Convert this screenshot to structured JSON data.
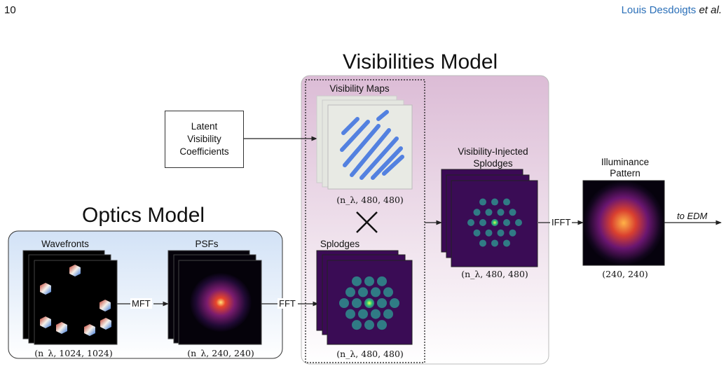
{
  "header": {
    "page_number": "10",
    "authors": "Louis Desdoigts",
    "etal": "et al."
  },
  "visibilities_model": {
    "title": "Visibilities Model"
  },
  "optics_model": {
    "title": "Optics Model"
  },
  "latent": {
    "line1": "Latent",
    "line2": "Visibility",
    "line3": "Coefficients"
  },
  "visibility_maps": {
    "label": "Visibility Maps",
    "shape": "(n_λ, 480, 480)"
  },
  "splodges": {
    "label": "Splodges",
    "shape": "(n_λ, 480, 480)"
  },
  "injected": {
    "line1": "Visibility-Injected",
    "line2": "Splodges",
    "shape": "(n_λ, 480, 480)"
  },
  "illuminance": {
    "line1": "Illuminance",
    "line2": "Pattern",
    "shape": "(240, 240)"
  },
  "wavefronts": {
    "label": "Wavefronts",
    "shape": "(n_λ, 1024, 1024)"
  },
  "psfs": {
    "label": "PSFs",
    "shape": "(n_λ, 240, 240)"
  },
  "ops": {
    "mft": "MFT",
    "fft": "FFT",
    "ifft": "IFFT",
    "to_edm": "to EDM",
    "multiply": "×"
  },
  "colors": {
    "optics_bg": "#dbe7f7",
    "vis_bg": "#e2c9dd",
    "dark": "#1a0a2e",
    "splodge_bg": "#3b0a55",
    "splodge": "#2a8c8c",
    "link": "#2a6fb8"
  }
}
